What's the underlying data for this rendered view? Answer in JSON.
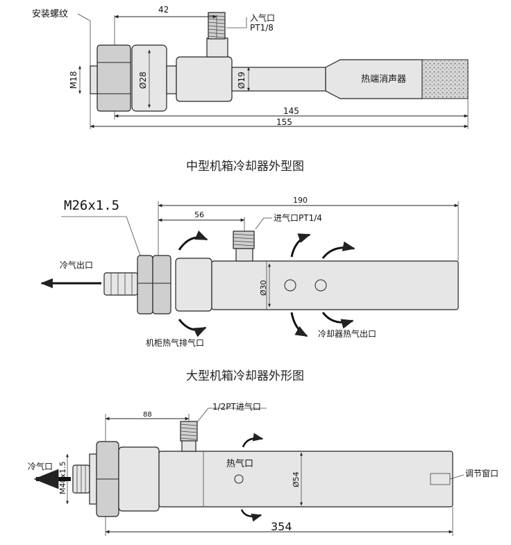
{
  "diagram1": {
    "callout_mount": "安装螺纹",
    "dim_42": "42",
    "inlet_label": "入气口",
    "inlet_thread": "PT1/8",
    "thread_m18": "M18",
    "dia_28": "Ø28",
    "dia_19": "Ø19",
    "muffler_label": "热端消声器",
    "dim_145": "145",
    "dim_155": "155"
  },
  "caption1": "中型机箱冷却器外型图",
  "diagram2": {
    "thread_label": "M26x1.5",
    "dim_190": "190",
    "dim_56": "56",
    "inlet_label": "进气口PT1/4",
    "cold_outlet": "冷气出口",
    "dia_30": "Ø30",
    "hot_outlet": "冷却器热气出口",
    "cabinet_exhaust": "机柜热气排气口"
  },
  "caption2": "大型机箱冷却器外形图",
  "diagram3": {
    "inlet_label": "1/2PT进气口",
    "dim_88": "88",
    "cold_outlet": "冷气口",
    "thread_m40": "M40x1.5",
    "hot_port": "热气口",
    "dia_54": "Ø54",
    "adjust_window": "调节窗口",
    "dim_354": "354"
  }
}
